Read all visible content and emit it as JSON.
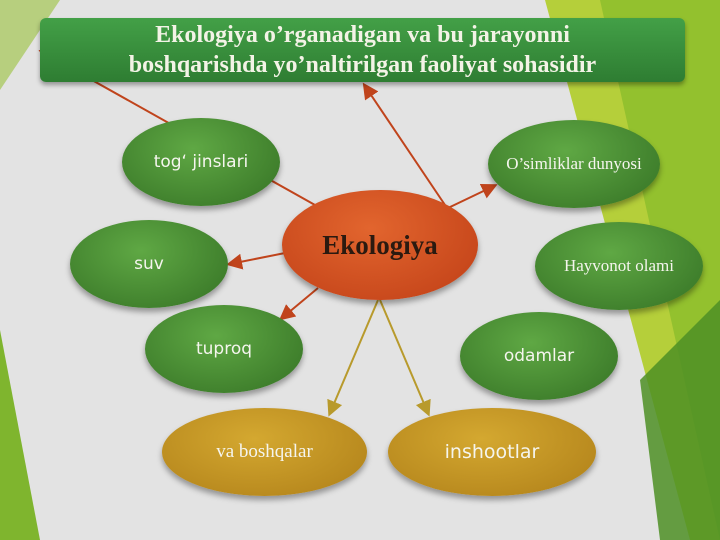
{
  "title": {
    "line1": "Ekologiya o’rganadigan va bu jarayonni",
    "line2": "boshqarishda yo’naltirilgan faoliyat sohasidir"
  },
  "center": "Ekologiya",
  "nodes": {
    "tog_jinslari": "tog‘ jinslari",
    "suv": "suv",
    "tuproq": "tuproq",
    "va_boshqalar": "va boshqalar",
    "osimliklar": "O’simliklar dunyosi",
    "hayvonot": "Hayvonot olami",
    "odamlar": "odamlar",
    "inshootlar": "inshootlar"
  },
  "colors": {
    "title_bg": "#2e7d32",
    "node_green": "#4a8f34",
    "node_orange": "#d2541f",
    "node_gold": "#c4961f",
    "arrow_red": "#c0441c",
    "arrow_gold": "#b89a2c"
  }
}
